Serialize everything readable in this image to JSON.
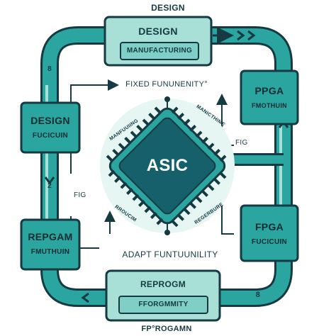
{
  "diagram": {
    "top_title": "DESIGN",
    "bottom_title": "FP°ROGAMN",
    "fixed_label": "FIXED FUNUNENITY°",
    "adapt_label": "ADAPT FUNTUUNILITY",
    "center_chip": "ASIC",
    "chip_annotations": {
      "top_left": "MANFUUIING",
      "top_right": "MANICTHIME",
      "bottom_left": "RROUCIM",
      "bottom_right": "REGERBURE"
    },
    "side_tags": {
      "left": "FIG",
      "right": "FIG"
    },
    "step_numbers": {
      "left_top": "8",
      "left_bottom": "2",
      "right_bottom": "8"
    },
    "boxes": {
      "top": {
        "line1": "DESIGN",
        "line2": "MANUFACTURING"
      },
      "left_upper": {
        "line1": "DESIGN",
        "line2": "FUCICUIN"
      },
      "left_lower": {
        "line1": "REPGAM",
        "line2": "FMUTHUIN"
      },
      "right_upper": {
        "line1": "PPGA",
        "line2": "FMOTHUIN"
      },
      "right_lower": {
        "line1": "FPGA",
        "line2": "FUCICUIN"
      },
      "bottom": {
        "line1": "REPROGM",
        "line2": "FFORGMMITY"
      }
    },
    "colors": {
      "teal": "#2aa5a0",
      "dark_teal": "#15606a",
      "light_teal": "#a8e0d8",
      "outline": "#163a42"
    }
  }
}
